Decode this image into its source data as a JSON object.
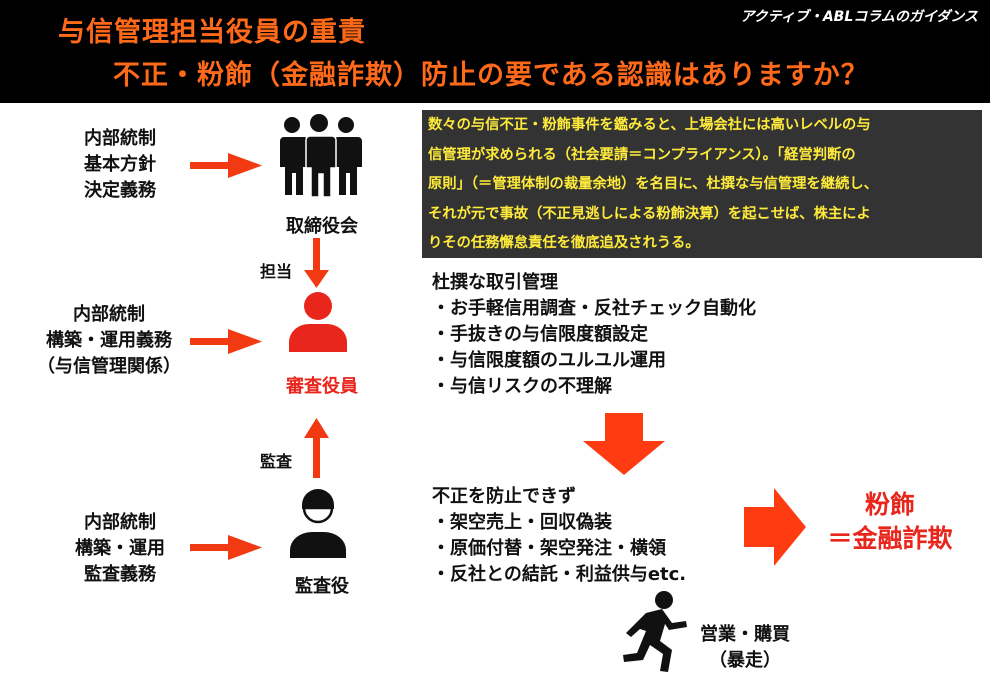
{
  "header": {
    "title_line1": "与信管理担当役員の重責",
    "title_line2": "不正・粉飾（金融詐欺）防止の要である認識はありますか？",
    "brand": "アクティブ・ABLコラムのガイダンス"
  },
  "left_labels": {
    "board_duty": [
      "内部統制",
      "基本方針",
      "決定義務"
    ],
    "officer_duty": [
      "内部統制",
      "構築・運用義務",
      "（与信管理関係）"
    ],
    "auditor_duty": [
      "内部統制",
      "構築・運用",
      "監査義務"
    ]
  },
  "roles": {
    "board": "取締役会",
    "officer": "審査役員",
    "auditor": "監査役",
    "sales": [
      "営業・購買",
      "（暴走）"
    ]
  },
  "edges": {
    "assign": "担当",
    "audit": "監査"
  },
  "note_lines": [
    "数々の与信不正・粉飾事件を鑑みると、上場会社には高いレベルの与",
    "信管理が求められる（社会要請＝コンプライアンス）。「経営判断の",
    "原則」（＝管理体制の裁量余地）を名目に、杜撰な与信管理を継続し、",
    "それが元で事故（不正見逃しによる粉飾決算）を起こせば、株主によ",
    "りその任務懈怠責任を徹底追及されうる。"
  ],
  "poor_management": {
    "heading": "杜撰な取引管理",
    "items": [
      "・お手軽信用調査・反社チェック自動化",
      "・手抜きの与信限度額設定",
      "・与信限度額のユルユル運用",
      "・与信リスクの不理解"
    ]
  },
  "fraud": {
    "heading": "不正を防止できず",
    "items": [
      "・架空売上・回収偽装",
      "・原価付替・架空発注・横領",
      "・反社との結託・利益供与etc."
    ]
  },
  "result": [
    "粉飾",
    "＝金融詐欺"
  ],
  "colors": {
    "accent_orange": "#ff6a1a",
    "arrow_red": "#f23a12",
    "officer_red": "#e8261c",
    "note_bg": "#333333",
    "note_text": "#ffeb3b"
  },
  "icons": [
    "group-people-icon",
    "person-red-icon",
    "auditor-person-icon",
    "running-person-icon"
  ]
}
